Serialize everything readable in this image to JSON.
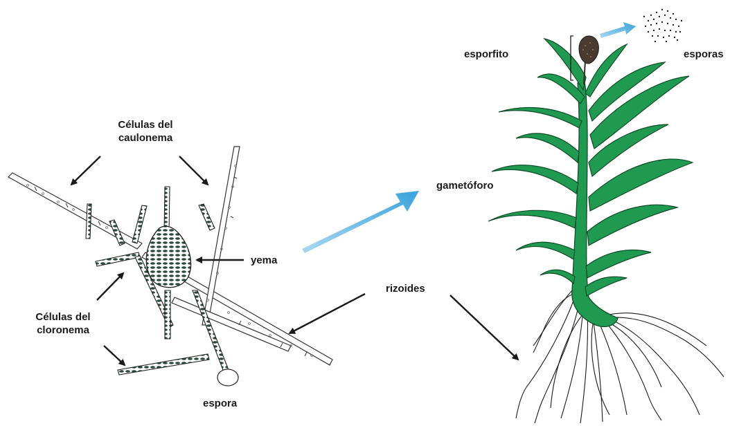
{
  "labels": {
    "caulonema_line1": "Células del",
    "caulonema_line2": "caulonema",
    "cloronema_line1": "Células del",
    "cloronema_line2": "cloronema",
    "yema": "yema",
    "espora": "espora",
    "gametoforo": "gametóforo",
    "rizoides": "rizoides",
    "esporofito": "esporfito",
    "esporas": "esporas"
  },
  "colors": {
    "leaf_green": "#1f9a50",
    "leaf_outline": "#0f4d28",
    "cell_dark": "#2b4a3a",
    "arrow_blue": "#5ab4e0",
    "ink": "#1a1a1a",
    "capsule": "#4a3a30"
  }
}
